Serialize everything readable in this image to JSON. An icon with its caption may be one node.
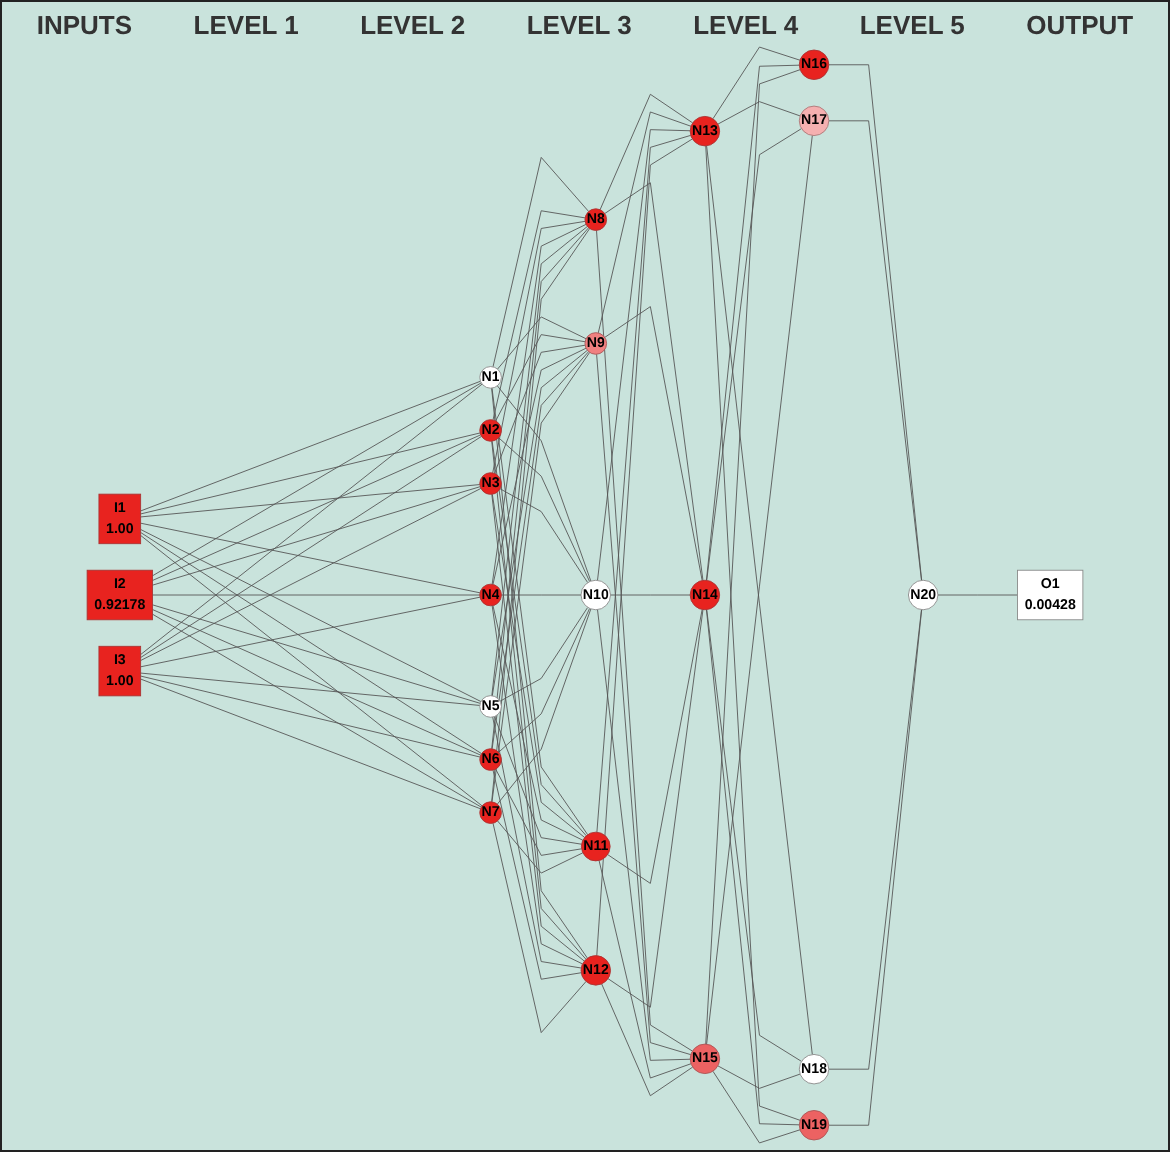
{
  "diagram": {
    "nodes": [
      {
        "text": [
          "I1",
          "1.00"
        ]
      },
      {
        "text": [
          "I2",
          "0.92178"
        ]
      },
      {
        "text": [
          "I3",
          "1.00"
        ]
      },
      {
        "text": [
          "N1"
        ]
      },
      {
        "text": [
          "N2"
        ]
      },
      {
        "text": [
          "N3"
        ]
      },
      {
        "text": [
          "N4"
        ]
      },
      {
        "text": [
          "N5"
        ]
      },
      {
        "text": [
          "N6"
        ]
      },
      {
        "text": [
          "N7"
        ]
      },
      {
        "text": [
          "N8"
        ]
      },
      {
        "text": [
          "N9"
        ]
      },
      {
        "text": [
          "N10"
        ]
      },
      {
        "text": [
          "N11"
        ]
      },
      {
        "text": [
          "N12"
        ]
      },
      {
        "text": [
          "N13"
        ]
      },
      {
        "text": [
          "N14"
        ]
      },
      {
        "text": [
          "N15"
        ]
      },
      {
        "text": [
          "N16"
        ]
      },
      {
        "text": [
          "N17"
        ]
      },
      {
        "text": [
          "N18"
        ]
      },
      {
        "text": [
          "N19"
        ]
      },
      {
        "text": [
          "N20"
        ]
      },
      {
        "text": [
          "O1",
          "0.00428"
        ]
      }
    ],
    "edges": [
      {
        "from": 0,
        "to": 3,
        "arrow": "none"
      },
      {
        "from": 0,
        "to": 4,
        "arrow": "none"
      },
      {
        "from": 0,
        "to": 5,
        "arrow": "none"
      },
      {
        "from": 0,
        "to": 6,
        "arrow": "none"
      },
      {
        "from": 0,
        "to": 7,
        "arrow": "none"
      },
      {
        "from": 0,
        "to": 8,
        "arrow": "none"
      },
      {
        "from": 0,
        "to": 9,
        "arrow": "none"
      },
      {
        "from": 1,
        "to": 3,
        "arrow": "none"
      },
      {
        "from": 1,
        "to": 4,
        "arrow": "none"
      },
      {
        "from": 1,
        "to": 5,
        "arrow": "none"
      },
      {
        "from": 1,
        "to": 6,
        "arrow": "none"
      },
      {
        "from": 1,
        "to": 7,
        "arrow": "none"
      },
      {
        "from": 1,
        "to": 8,
        "arrow": "none"
      },
      {
        "from": 1,
        "to": 9,
        "arrow": "none"
      },
      {
        "from": 2,
        "to": 3,
        "arrow": "none"
      },
      {
        "from": 2,
        "to": 4,
        "arrow": "none"
      },
      {
        "from": 2,
        "to": 5,
        "arrow": "none"
      },
      {
        "from": 2,
        "to": 6,
        "arrow": "none"
      },
      {
        "from": 2,
        "to": 7,
        "arrow": "none"
      },
      {
        "from": 2,
        "to": 8,
        "arrow": "none"
      },
      {
        "from": 2,
        "to": 9,
        "arrow": "none"
      },
      {
        "from": 3,
        "to": 10,
        "arrow": "none"
      },
      {
        "from": 3,
        "to": 11,
        "arrow": "none"
      },
      {
        "from": 3,
        "to": 12,
        "arrow": "none"
      },
      {
        "from": 3,
        "to": 13,
        "arrow": "none"
      },
      {
        "from": 3,
        "to": 14,
        "arrow": "none"
      },
      {
        "from": 4,
        "to": 10,
        "arrow": "none"
      },
      {
        "from": 4,
        "to": 11,
        "arrow": "none"
      },
      {
        "from": 4,
        "to": 12,
        "arrow": "none"
      },
      {
        "from": 4,
        "to": 13,
        "arrow": "none"
      },
      {
        "from": 4,
        "to": 14,
        "arrow": "none"
      },
      {
        "from": 5,
        "to": 10,
        "arrow": "none"
      },
      {
        "from": 5,
        "to": 11,
        "arrow": "none"
      },
      {
        "from": 5,
        "to": 12,
        "arrow": "none"
      },
      {
        "from": 5,
        "to": 13,
        "arrow": "none"
      },
      {
        "from": 5,
        "to": 14,
        "arrow": "none"
      },
      {
        "from": 6,
        "to": 10,
        "arrow": "none"
      },
      {
        "from": 6,
        "to": 11,
        "arrow": "none"
      },
      {
        "from": 6,
        "to": 12,
        "arrow": "none"
      },
      {
        "from": 6,
        "to": 13,
        "arrow": "none"
      },
      {
        "from": 6,
        "to": 14,
        "arrow": "none"
      },
      {
        "from": 7,
        "to": 10,
        "arrow": "none"
      },
      {
        "from": 7,
        "to": 11,
        "arrow": "none"
      },
      {
        "from": 7,
        "to": 12,
        "arrow": "none"
      },
      {
        "from": 7,
        "to": 13,
        "arrow": "none"
      },
      {
        "from": 7,
        "to": 14,
        "arrow": "none"
      },
      {
        "from": 8,
        "to": 10,
        "arrow": "none"
      },
      {
        "from": 8,
        "to": 11,
        "arrow": "none"
      },
      {
        "from": 8,
        "to": 12,
        "arrow": "none"
      },
      {
        "from": 8,
        "to": 13,
        "arrow": "none"
      },
      {
        "from": 8,
        "to": 14,
        "arrow": "none"
      },
      {
        "from": 9,
        "to": 10,
        "arrow": "none"
      },
      {
        "from": 9,
        "to": 11,
        "arrow": "none"
      },
      {
        "from": 9,
        "to": 12,
        "arrow": "none"
      },
      {
        "from": 9,
        "to": 13,
        "arrow": "none"
      },
      {
        "from": 9,
        "to": 14,
        "arrow": "none"
      },
      {
        "from": 10,
        "to": 15,
        "arrow": "none"
      },
      {
        "from": 10,
        "to": 16,
        "arrow": "none"
      },
      {
        "from": 10,
        "to": 17,
        "arrow": "none"
      },
      {
        "from": 11,
        "to": 15,
        "arrow": "none"
      },
      {
        "from": 11,
        "to": 16,
        "arrow": "none"
      },
      {
        "from": 11,
        "to": 17,
        "arrow": "none"
      },
      {
        "from": 12,
        "to": 15,
        "arrow": "none"
      },
      {
        "from": 12,
        "to": 16,
        "arrow": "none"
      },
      {
        "from": 12,
        "to": 17,
        "arrow": "none"
      },
      {
        "from": 13,
        "to": 15,
        "arrow": "none"
      },
      {
        "from": 13,
        "to": 16,
        "arrow": "none"
      },
      {
        "from": 13,
        "to": 17,
        "arrow": "none"
      },
      {
        "from": 14,
        "to": 15,
        "arrow": "none"
      },
      {
        "from": 14,
        "to": 16,
        "arrow": "none"
      },
      {
        "from": 14,
        "to": 17,
        "arrow": "none"
      },
      {
        "from": 15,
        "to": 18,
        "arrow": "none"
      },
      {
        "from": 15,
        "to": 19,
        "arrow": "none"
      },
      {
        "from": 15,
        "to": 20,
        "arrow": "none"
      },
      {
        "from": 15,
        "to": 21,
        "arrow": "none"
      },
      {
        "from": 16,
        "to": 18,
        "arrow": "none"
      },
      {
        "from": 16,
        "to": 19,
        "arrow": "none"
      },
      {
        "from": 16,
        "to": 20,
        "arrow": "none"
      },
      {
        "from": 16,
        "to": 21,
        "arrow": "none"
      },
      {
        "from": 17,
        "to": 18,
        "arrow": "none"
      },
      {
        "from": 17,
        "to": 19,
        "arrow": "none"
      },
      {
        "from": 17,
        "to": 20,
        "arrow": "none"
      },
      {
        "from": 17,
        "to": 21,
        "arrow": "none"
      },
      {
        "from": 18,
        "to": 22,
        "arrow": "none"
      },
      {
        "from": 19,
        "to": 22,
        "arrow": "none"
      },
      {
        "from": 20,
        "to": 22,
        "arrow": "none"
      },
      {
        "from": 21,
        "to": 22,
        "arrow": "none"
      },
      {
        "from": 22,
        "to": 23,
        "arrow": "none"
      }
    ],
    "labels": [
      "INPUTS",
      "LEVEL 1",
      "LEVEL 2",
      "LEVEL 3",
      "LEVEL 4",
      "LEVEL 5",
      "OUTPUT"
    ]
  }
}
